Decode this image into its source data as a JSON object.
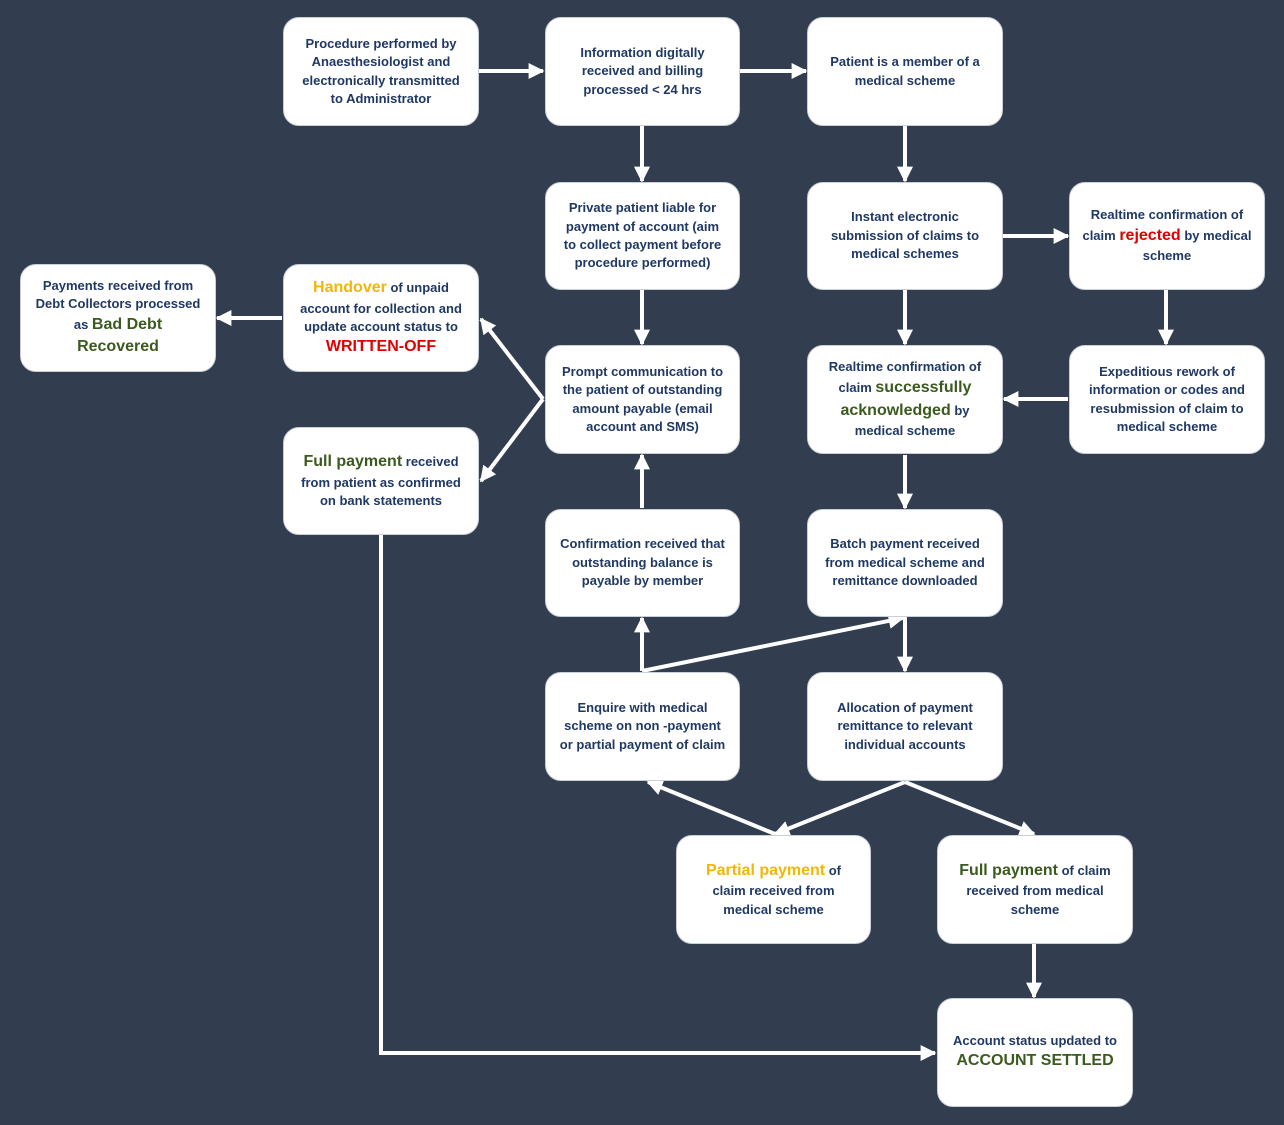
{
  "nodes": {
    "procedure": {
      "text": "Procedure performed by Anaesthesiologist and electronically transmitted to Administrator"
    },
    "info_received": {
      "text": "Information digitally received and billing processed < 24 hrs"
    },
    "member": {
      "text": "Patient is a member of a medical scheme"
    },
    "private_patient": {
      "text": "Private patient liable for payment of account (aim to collect payment before procedure performed)"
    },
    "instant_submission": {
      "text": "Instant electronic submission of claims to medical schemes"
    },
    "rejected": {
      "pre": "Realtime confirmation of claim ",
      "em": "rejected",
      "post": " by medical scheme"
    },
    "bad_debt": {
      "pre": "Payments received from Debt Collectors processed as ",
      "em": "Bad Debt Recovered",
      "post": ""
    },
    "handover": {
      "em1": "Handover",
      "mid": " of unpaid account for collection  and update account status to ",
      "em2": "WRITTEN-OFF"
    },
    "prompt_comm": {
      "text": "Prompt communication to the patient of outstanding amount payable (email account and SMS)"
    },
    "acknowledged": {
      "pre": "Realtime confirmation of claim ",
      "em": "successfully acknowledged",
      "post": " by medical scheme"
    },
    "rework": {
      "text": "Expeditious rework of information or codes and resubmission of claim to medical scheme"
    },
    "full_payment_patient": {
      "em": "Full payment",
      "post": " received from patient as  confirmed on bank statements"
    },
    "confirmation_balance": {
      "text": "Confirmation received that outstanding balance is payable by member"
    },
    "batch_payment": {
      "text": "Batch payment received from medical scheme and remittance downloaded"
    },
    "enquire": {
      "text": "Enquire with medical scheme on non -payment or partial payment of claim"
    },
    "allocation": {
      "text": "Allocation of payment remittance to relevant individual accounts"
    },
    "partial_payment": {
      "em": "Partial payment",
      "post": " of claim received from medical scheme"
    },
    "full_payment_claim": {
      "em": "Full payment",
      "post": " of claim received from medical scheme"
    },
    "settled": {
      "pre": "Account status updated to ",
      "em": "ACCOUNT SETTLED"
    }
  },
  "colors": {
    "background": "#323e4f",
    "box": "#ffffff",
    "text": "#1f3864",
    "highlight_yellow": "#f2b705",
    "highlight_green": "#3b5a1e",
    "highlight_red": "#e00000",
    "arrow": "#ffffff"
  }
}
